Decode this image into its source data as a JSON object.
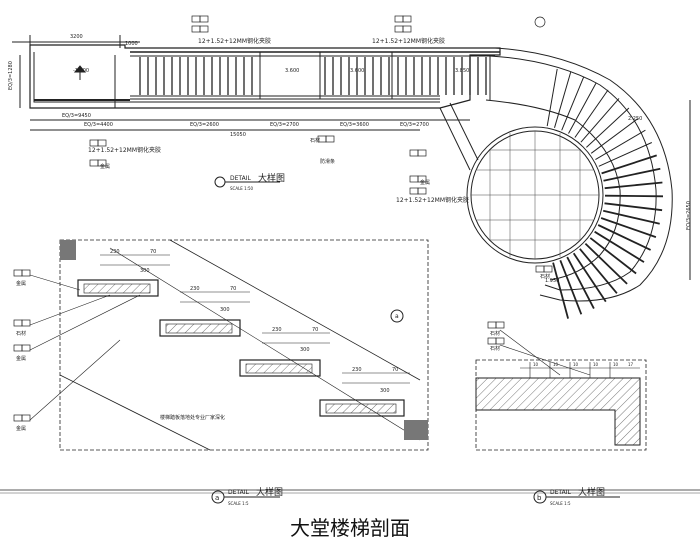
{
  "drawing": {
    "plan": {
      "title_zh": "大样图",
      "title_en": "DETAIL",
      "scale": "SCALE 1:50",
      "glass_spec": "12+1.52+12MM钢化夹胶",
      "glass_spec2": "12+1.52+12MM钢化夹胶",
      "glass_spec3": "12+1.52+12MM钢化夹胶",
      "dims_top": [
        "3200",
        "1000"
      ],
      "dims_bottom": [
        "EQ/3=9450",
        "EQ/3=4400",
        "EQ/3=2600",
        "EQ/3=2700",
        "EQ/3=3600",
        "EQ/3=2700"
      ],
      "dim_total": "15050",
      "dim_left": "EQ/3=1280",
      "dim_right": "EQ/3=2650",
      "levels": [
        "-1.800",
        "3.600",
        "3.600",
        "3.850",
        "2.250",
        "1.950"
      ],
      "material_tags": [
        "金属",
        "金属",
        "石材",
        "石材",
        "金属",
        "防滑条",
        "石材"
      ]
    },
    "section_a": {
      "title_zh": "大样图",
      "title_en": "DETAIL",
      "scale": "SCALE 1:5",
      "marker": "a",
      "dims": [
        "230",
        "70",
        "300",
        "230",
        "70",
        "300",
        "230",
        "70",
        "300",
        "230",
        "70",
        "300"
      ],
      "note": "楼梯踏板落地处专业厂家深化",
      "tags": [
        "金属",
        "石材",
        "金属",
        "金属"
      ]
    },
    "section_b": {
      "title_zh": "大样图",
      "title_en": "DETAIL",
      "scale": "SCALE 1:5",
      "marker": "b",
      "dims": [
        "10",
        "10",
        "10",
        "10",
        "10",
        "17"
      ],
      "tags": [
        "石材",
        "石材"
      ]
    },
    "caption": "大堂楼梯剖面"
  }
}
